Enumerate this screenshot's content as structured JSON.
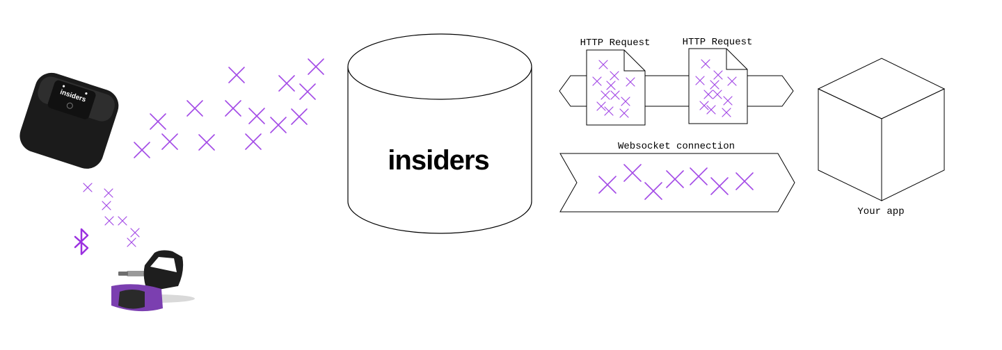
{
  "device": {
    "brand": "insiders"
  },
  "database": {
    "logo": "insiders"
  },
  "http_requests": [
    {
      "label": "HTTP Request"
    },
    {
      "label": "HTTP Request"
    }
  ],
  "websocket": {
    "label": "Websocket connection"
  },
  "app": {
    "label": "Your app"
  },
  "icons": {
    "bluetooth": "bluetooth-icon",
    "data_mark": "x-mark"
  },
  "colors": {
    "data_mark": "#a34ae6",
    "bluetooth": "#9b30e0",
    "stroke": "#000000",
    "strap": "#7b3fb0"
  }
}
